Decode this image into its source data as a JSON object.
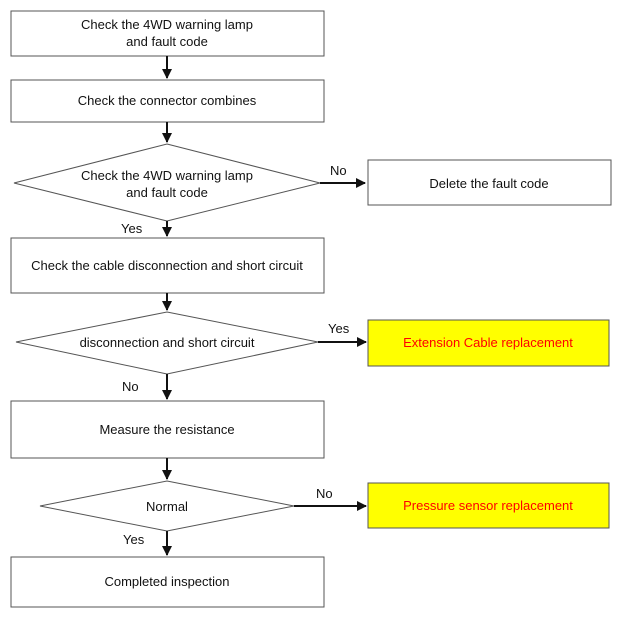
{
  "colors": {
    "highlight_fill": "#ffff00",
    "highlight_text": "#ff0000",
    "line": "#111111",
    "border": "#555555"
  },
  "flowchart": {
    "nodes": {
      "check_lamp": [
        "Check the 4WD warning lamp",
        "and fault code"
      ],
      "check_connector": "Check the connector combines",
      "decision_lamp": [
        "Check the 4WD warning lamp",
        "and fault code"
      ],
      "delete_fault": "Delete the fault code",
      "check_cable": "Check the cable disconnection and short circuit",
      "decision_short": "disconnection and short circuit",
      "extension_replace": "Extension Cable replacement",
      "measure_resistance": "Measure the resistance",
      "decision_normal": "Normal",
      "pressure_replace": "Pressure sensor replacement",
      "completed": "Completed inspection"
    },
    "edge_labels": {
      "lamp_no": "No",
      "lamp_yes": "Yes",
      "short_yes": "Yes",
      "short_no": "No",
      "normal_no": "No",
      "normal_yes": "Yes"
    }
  }
}
